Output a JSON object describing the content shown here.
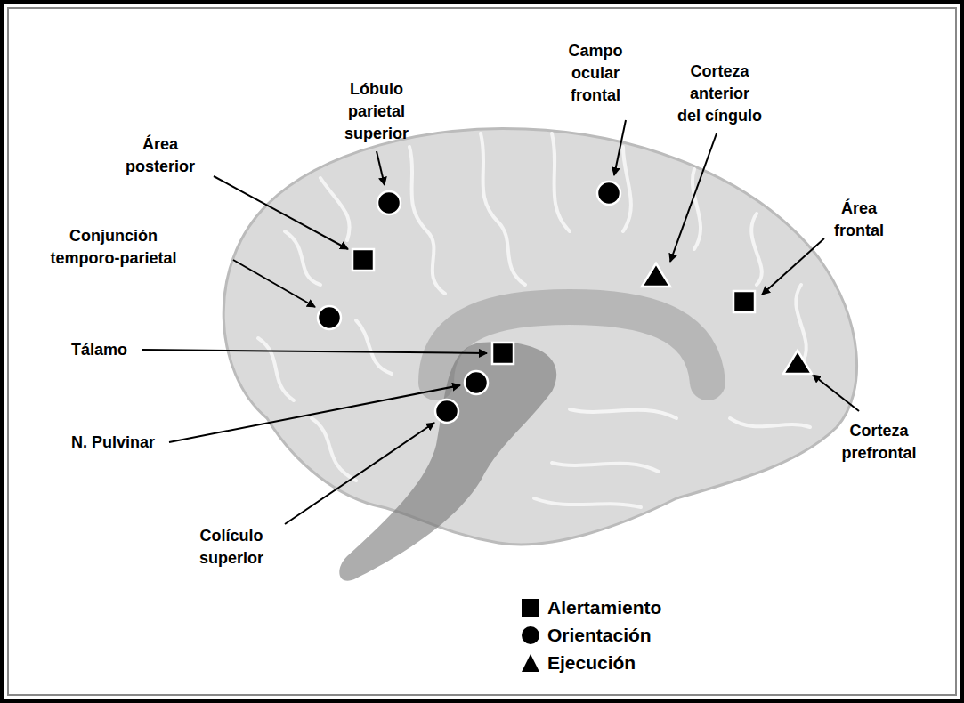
{
  "diagram": {
    "labels": [
      "Lóbulo parietal superior",
      "Campo ocular frontal",
      "Corteza anterior del cíngulo",
      "Área posterior",
      "Conjunción temporo-parietal",
      "Área frontal",
      "Tálamo",
      "N. Pulvinar",
      "Corteza prefrontal",
      "Colículo superior"
    ],
    "legend": [
      {
        "text": "Alertamiento"
      },
      {
        "text": "Orientación"
      },
      {
        "text": "Ejecución"
      }
    ]
  }
}
